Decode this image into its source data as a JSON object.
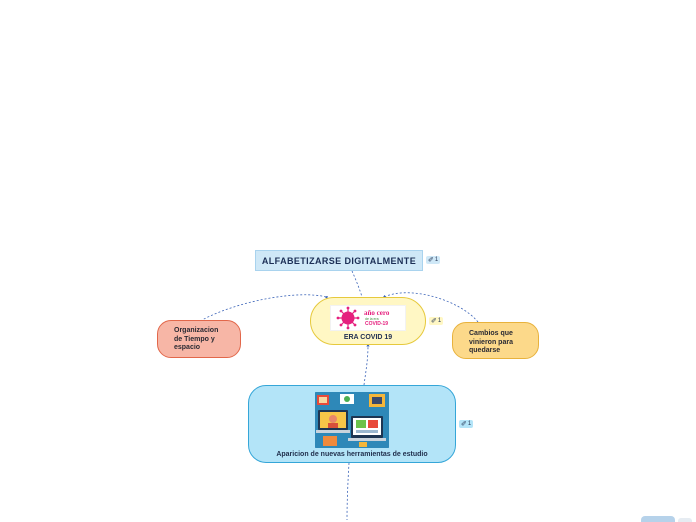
{
  "map": {
    "title": {
      "label": "ALFABETIZARSE DIGITALMENTE",
      "badge_count": "1"
    },
    "era": {
      "label": "ERA COVID 19",
      "badge_count": "1",
      "image_text_1": "año cero",
      "image_text_2": "COVID-19",
      "image_text_small": "de la era"
    },
    "org": {
      "lines": [
        "Organizacion",
        "de Tiempo y",
        "espacio"
      ]
    },
    "cambios": {
      "lines": [
        "Cambios que",
        "vinieron para",
        "quedarse"
      ]
    },
    "aparicion": {
      "label": "Aparicion de nuevas herramientas de estudio",
      "badge_count": "1"
    }
  },
  "colors": {
    "title_fill": "#cfe8f7",
    "era_fill": "#fff7c4",
    "era_border": "#e6c93c",
    "org_fill": "#f7b6a6",
    "org_border": "#e2674a",
    "cambios_fill": "#fcd98a",
    "cambios_border": "#e8b23c",
    "aparicion_fill": "#b3e4f8",
    "aparicion_border": "#35a6d8",
    "connector": "#3a63b8",
    "virus": "#e5207e"
  },
  "icons": {
    "badge": "comment-icon",
    "era_image": "coronavirus-icon",
    "aparicion_image": "online-study-icon"
  }
}
